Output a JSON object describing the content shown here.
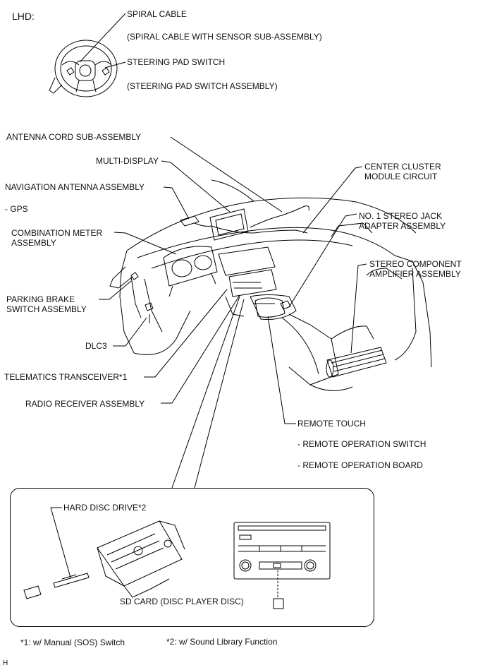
{
  "region_label": "LHD:",
  "labels": {
    "spiral_cable": "SPIRAL CABLE",
    "spiral_cable_sub": "(SPIRAL CABLE WITH SENSOR SUB-ASSEMBLY)",
    "steering_pad_switch": "STEERING PAD SWITCH",
    "steering_pad_switch_sub": "(STEERING PAD SWITCH ASSEMBLY)",
    "antenna_cord": "ANTENNA CORD SUB-ASSEMBLY",
    "multi_display": "MULTI-DISPLAY",
    "navigation_antenna": "NAVIGATION ANTENNA ASSEMBLY",
    "gps": "- GPS",
    "combination_meter_1": "COMBINATION METER",
    "combination_meter_2": "ASSEMBLY",
    "parking_brake_1": "PARKING BRAKE",
    "parking_brake_2": "SWITCH ASSEMBLY",
    "dlc3": "DLC3",
    "telematics": "TELEMATICS TRANSCEIVER*1",
    "radio_receiver": "RADIO RECEIVER ASSEMBLY",
    "center_cluster_1": "CENTER CLUSTER",
    "center_cluster_2": "MODULE CIRCUIT",
    "stereo_jack_1": "NO. 1 STEREO JACK",
    "stereo_jack_2": "ADAPTER ASSEMBLY",
    "stereo_amp_1": "STEREO COMPONENT",
    "stereo_amp_2": "AMPLIFIER ASSEMBLY",
    "remote_touch": "REMOTE TOUCH",
    "remote_operation_switch": "- REMOTE OPERATION SWITCH",
    "remote_operation_board": "- REMOTE OPERATION BOARD",
    "hard_disc_drive": "HARD DISC DRIVE*2",
    "sd_card": "SD CARD (DISC PLAYER DISC)"
  },
  "footnotes": {
    "note1": "*1: w/ Manual (SOS) Switch",
    "note2": "*2: w/ Sound Library Function"
  },
  "corner_mark": "H",
  "colors": {
    "line": "#000000",
    "background": "#ffffff"
  }
}
